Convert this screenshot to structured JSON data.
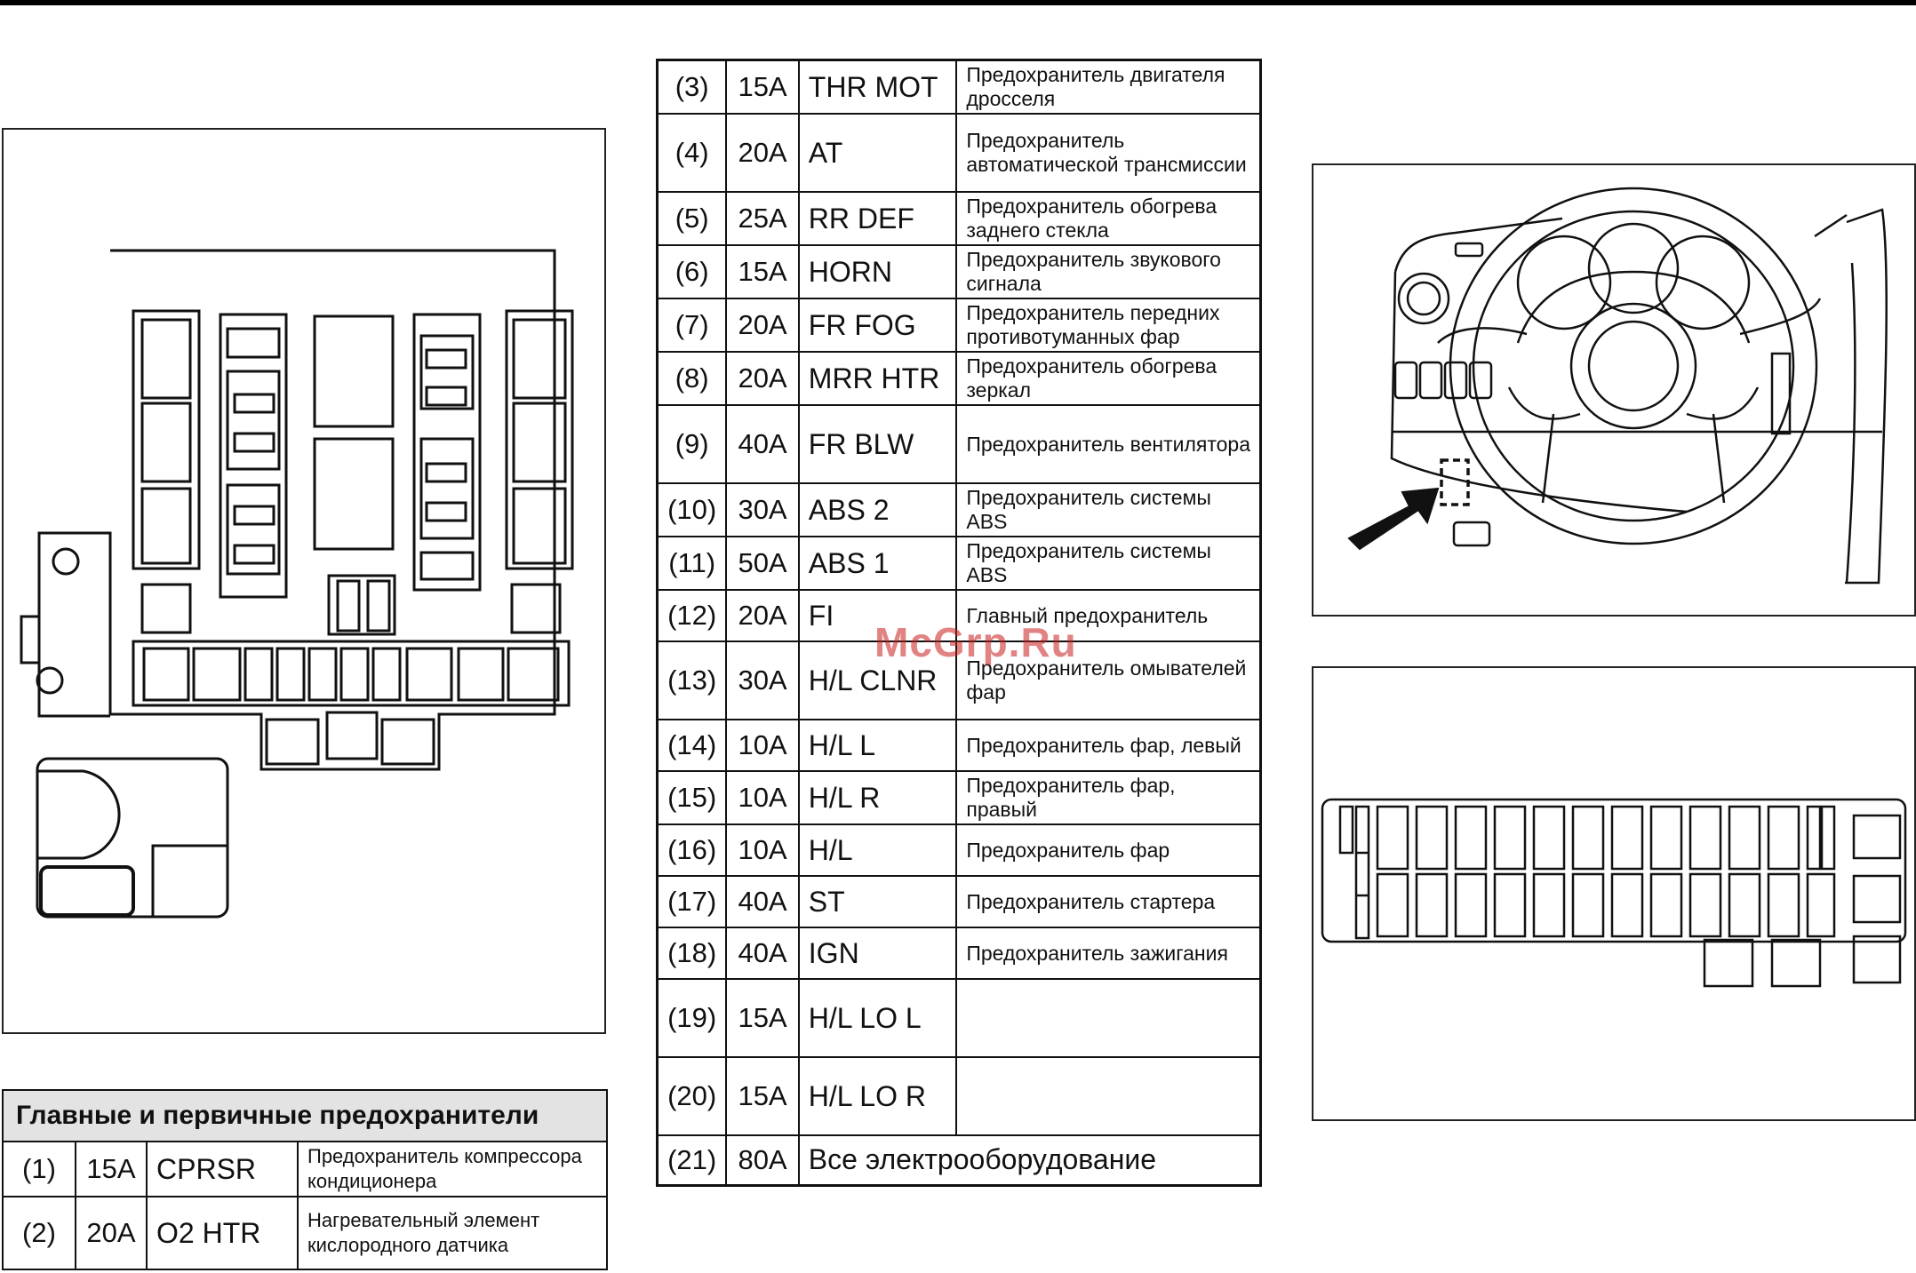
{
  "watermark": "McGrp.Ru",
  "main_table": {
    "header": "Главные и первичные предохранители",
    "rows": [
      {
        "num": "(1)",
        "amp": "15A",
        "code": "CPRSR",
        "desc": "Предохранитель компрессора кондиционера"
      },
      {
        "num": "(2)",
        "amp": "20A",
        "code": "O2 HTR",
        "desc": "Нагревательный элемент кислородного датчика"
      }
    ]
  },
  "fuse_table": {
    "rows": [
      {
        "num": "(3)",
        "amp": "15A",
        "code": "THR MOT",
        "desc": "Предохранитель двигателя дросселя"
      },
      {
        "num": "(4)",
        "amp": "20A",
        "code": "AT",
        "desc": "Предохранитель автоматической трансмиссии"
      },
      {
        "num": "(5)",
        "amp": "25A",
        "code": "RR DEF",
        "desc": "Предохранитель обогрева заднего стекла"
      },
      {
        "num": "(6)",
        "amp": "15A",
        "code": "HORN",
        "desc": "Предохранитель звукового сигнала"
      },
      {
        "num": "(7)",
        "amp": "20A",
        "code": "FR FOG",
        "desc": "Предохранитель передних противотуманных фар"
      },
      {
        "num": "(8)",
        "amp": "20A",
        "code": "MRR HTR",
        "desc": "Предохранитель обогрева зеркал"
      },
      {
        "num": "(9)",
        "amp": "40A",
        "code": "FR BLW",
        "desc": "Предохранитель вентилятора"
      },
      {
        "num": "(10)",
        "amp": "30A",
        "code": "ABS 2",
        "desc": "Предохранитель системы ABS"
      },
      {
        "num": "(11)",
        "amp": "50A",
        "code": "ABS 1",
        "desc": "Предохранитель системы ABS"
      },
      {
        "num": "(12)",
        "amp": "20A",
        "code": "FI",
        "desc": "Главный предохранитель"
      },
      {
        "num": "(13)",
        "amp": "30A",
        "code": "H/L CLNR",
        "desc": "Предохранитель омывателей фар"
      },
      {
        "num": "(14)",
        "amp": "10A",
        "code": "H/L L",
        "desc": "Предохранитель фар, левый"
      },
      {
        "num": "(15)",
        "amp": "10A",
        "code": "H/L R",
        "desc": "Предохранитель фар, правый"
      },
      {
        "num": "(16)",
        "amp": "10A",
        "code": "H/L",
        "desc": "Предохранитель фар"
      },
      {
        "num": "(17)",
        "amp": "40A",
        "code": "ST",
        "desc": "Предохранитель стартера"
      },
      {
        "num": "(18)",
        "amp": "40A",
        "code": "IGN",
        "desc": "Предохранитель зажигания"
      },
      {
        "num": "(19)",
        "amp": "15A",
        "code": "H/L LO L",
        "desc": ""
      },
      {
        "num": "(20)",
        "amp": "15A",
        "code": "H/L LO R",
        "desc": ""
      }
    ],
    "last_row": {
      "num": "(21)",
      "amp": "80A",
      "text": "Все электрооборудование"
    }
  }
}
